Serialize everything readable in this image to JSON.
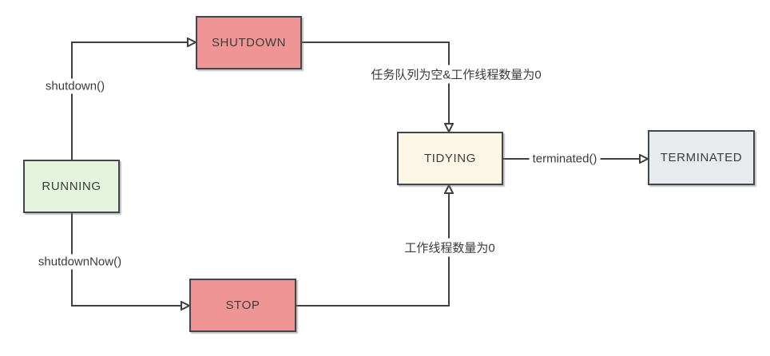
{
  "diagram": {
    "type": "state-transition-diagram",
    "subject": "thread-pool-lifecycle",
    "nodes": [
      {
        "id": "running",
        "label": "RUNNING",
        "fill": "#e5f4dd"
      },
      {
        "id": "shutdown",
        "label": "SHUTDOWN",
        "fill": "#f09595"
      },
      {
        "id": "stop",
        "label": "STOP",
        "fill": "#f09595"
      },
      {
        "id": "tidying",
        "label": "TIDYING",
        "fill": "#fcf7e4"
      },
      {
        "id": "terminated",
        "label": "TERMINATED",
        "fill": "#e7ebed"
      }
    ],
    "edges": [
      {
        "from": "RUNNING",
        "to": "SHUTDOWN",
        "label": "shutdown()"
      },
      {
        "from": "RUNNING",
        "to": "STOP",
        "label": "shutdownNow()"
      },
      {
        "from": "SHUTDOWN",
        "to": "TIDYING",
        "label": "任务队列为空&工作线程数量为0"
      },
      {
        "from": "STOP",
        "to": "TIDYING",
        "label": "工作线程数量为0"
      },
      {
        "from": "TIDYING",
        "to": "TERMINATED",
        "label": "terminated()"
      }
    ],
    "colors": {
      "background": "#ffffff",
      "line": "#3f3f3f",
      "node_border": "#41464d",
      "text": "#3a3a3a"
    }
  }
}
